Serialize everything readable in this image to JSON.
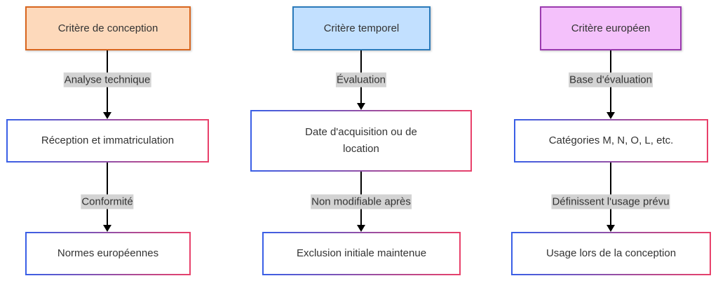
{
  "columns": [
    {
      "header": "Critère de conception",
      "edge1": "Analyse technique",
      "middle": "Réception et immatriculation",
      "edge2": "Conformité",
      "bottom": "Normes européennes"
    },
    {
      "header": "Critère temporel",
      "edge1": "Évaluation",
      "middle": "Date d'acquisition ou de location",
      "edge2": "Non modifiable après",
      "bottom": "Exclusion initiale maintenue"
    },
    {
      "header": "Critère européen",
      "edge1": "Base d'évaluation",
      "middle": "Catégories M, N, O, L, etc.",
      "edge2": "Définissent l'usage prévu",
      "bottom": "Usage lors de la conception"
    }
  ],
  "colors": {
    "orange_fill": "#fdd9bb",
    "orange_border": "#d9661f",
    "blue_fill": "#c2e0ff",
    "blue_border": "#2b7bbb",
    "purple_fill": "#f4c1fb",
    "purple_border": "#9c3bb0"
  }
}
